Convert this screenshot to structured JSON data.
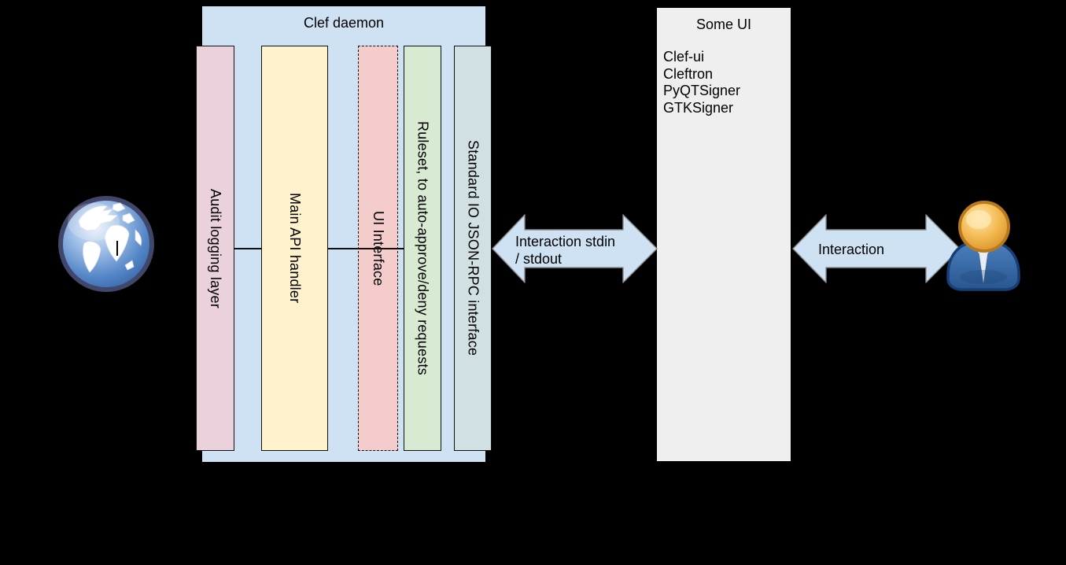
{
  "canvas": {
    "background": "#000000"
  },
  "clef_daemon": {
    "title": "Clef daemon",
    "fill": "#cfe2f3",
    "layers": [
      {
        "id": "audit-logging",
        "label": "Audit logging layer",
        "fill": "#ead1dc",
        "border_style": "solid"
      },
      {
        "id": "main-api-handler",
        "label": "Main API handler",
        "fill": "#fff2cc",
        "border_style": "solid"
      },
      {
        "id": "ui-interface",
        "label": "UI Interface",
        "fill": "#f4cccc",
        "border_style": "dashed"
      },
      {
        "id": "ruleset",
        "label": "Ruleset, to auto-approve/deny requests",
        "fill": "#d9ead3",
        "border_style": "solid"
      },
      {
        "id": "stdio-jsonrpc",
        "label": "Standard IO JSON-RPC interface",
        "fill": "#d0e0e3",
        "border_style": "solid"
      }
    ]
  },
  "some_ui": {
    "title": "Some UI",
    "fill": "#efefef",
    "items": [
      "Clef-ui",
      "Cleftron",
      "PyQTSigner",
      "GTKSigner"
    ]
  },
  "connections": {
    "left_arrow": {
      "label_line1": "Interaction stdin",
      "label_line2": "/ stdout",
      "fill": "#cfe2f3",
      "stroke": "#8a8a8a"
    },
    "right_arrow": {
      "label": "Interaction",
      "fill": "#cfe2f3",
      "stroke": "#8a8a8a"
    }
  },
  "icons": {
    "left": "globe-icon",
    "right": "user-icon"
  }
}
